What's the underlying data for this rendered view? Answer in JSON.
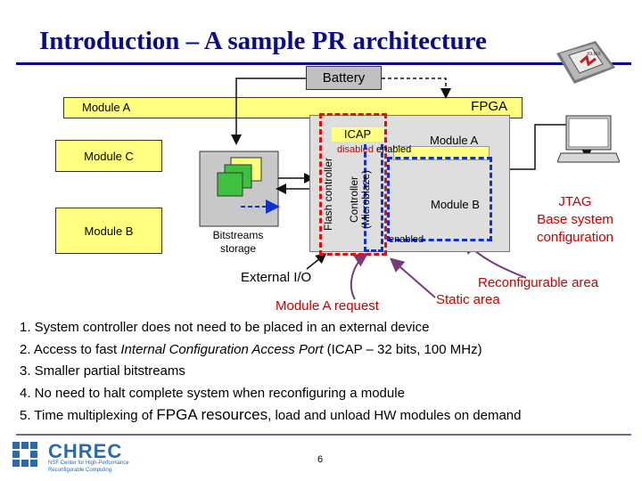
{
  "title": "Introduction – A sample PR architecture",
  "diagram": {
    "battery": "Battery",
    "fpga": "FPGA",
    "module_a_left": "Module A",
    "module_c": "Module C",
    "module_b_left": "Module B",
    "bitstreams_storage": "Bitstreams storage",
    "flash_controller": "Flash controller",
    "controller": "Controller",
    "microblaze": "(Microblaze)",
    "icap": "ICAP",
    "disabled": "disabled",
    "enabled_top": "enabled",
    "module_a_region": "Module A",
    "module_b_region": "Module B",
    "enabled_bottom": "enabled",
    "external_io": "External I/O",
    "reconfigurable_area": "Reconfigurable area",
    "static_area": "Static area",
    "module_a_request": "Module A request",
    "jtag": "JTAG",
    "base_system_configuration": "Base system configuration"
  },
  "points": [
    "1. System controller does not need to be placed in an external device",
    {
      "pre": "2. Access to fast ",
      "em": "Internal Configuration Access Port",
      "post": " (ICAP – 32 bits, 100 MHz)"
    },
    "3. Smaller partial bitstreams",
    "4. No need to halt complete system when reconfiguring a module",
    {
      "pre": "5. Time multiplexing of ",
      "big": "FPGA resources",
      "post": ", load and unload HW modules on demand"
    }
  ],
  "footer": {
    "page_number": "6",
    "logo_word": "CHREC",
    "logo_tagline_1": "NSF Center for High-Performance",
    "logo_tagline_2": "Reconfigurable Computing"
  },
  "colors": {
    "title_blue": "#0a0a8c",
    "module_yellow": "#ffff80",
    "static_red": "#e01010",
    "reconfigurable_blue": "#1030d0",
    "annotation_red": "#cc0000"
  },
  "icons": [
    "fpga-chip-icon",
    "laptop-icon",
    "chrec-logo-icon"
  ]
}
